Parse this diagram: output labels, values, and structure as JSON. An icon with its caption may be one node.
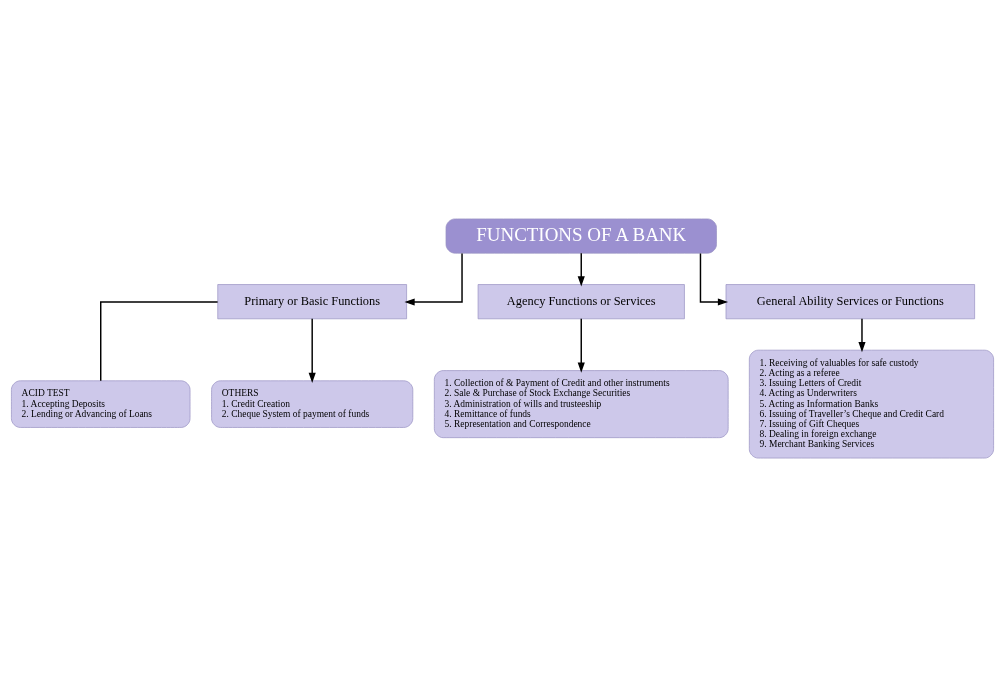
{
  "diagram": {
    "nodes": [
      {
        "text": [
          "FUNCTIONS OF A BANK"
        ]
      },
      {
        "text": [
          "Primary or Basic Functions"
        ]
      },
      {
        "text": [
          "Agency Functions or Services"
        ]
      },
      {
        "text": [
          "General Ability Services or Functions"
        ]
      },
      {
        "text": [
          "ACID TEST",
          "1. Accepting Deposits",
          "2. Lending or Advancing of Loans"
        ]
      },
      {
        "text": [
          "OTHERS",
          "1. Credit Creation",
          "2. Cheque System of payment of funds"
        ]
      },
      {
        "text": [
          "1. Collection of & Payment of Credit and other instruments",
          "2. Sale & Purchase of Stock Exchange Securities",
          "3. Administration of wills and trusteeship",
          "4. Remittance of funds",
          "5. Representation and Correspondence"
        ]
      },
      {
        "text": [
          "1. Receiving of valuables for safe custody",
          "2. Acting as a referee",
          "3. Issuing Letters of Credit",
          "4. Acting as Underwriters",
          "5. Acting as Information Banks",
          "6. Issuing of Traveller’s Cheque and Credit Card",
          "7. Issuing of Gift Cheques",
          "8. Dealing in foreign exchange",
          "9. Merchant Banking Services"
        ]
      }
    ],
    "edges": [
      {
        "from": 0,
        "to": 1,
        "arrow": "to"
      },
      {
        "from": 0,
        "to": 2,
        "arrow": "to"
      },
      {
        "from": 0,
        "to": 3,
        "arrow": "to"
      },
      {
        "from": 1,
        "to": 4,
        "arrow": "none"
      },
      {
        "from": 1,
        "to": 5,
        "arrow": "to"
      },
      {
        "from": 2,
        "to": 6,
        "arrow": "to"
      },
      {
        "from": 3,
        "to": 7,
        "arrow": "to"
      }
    ]
  }
}
